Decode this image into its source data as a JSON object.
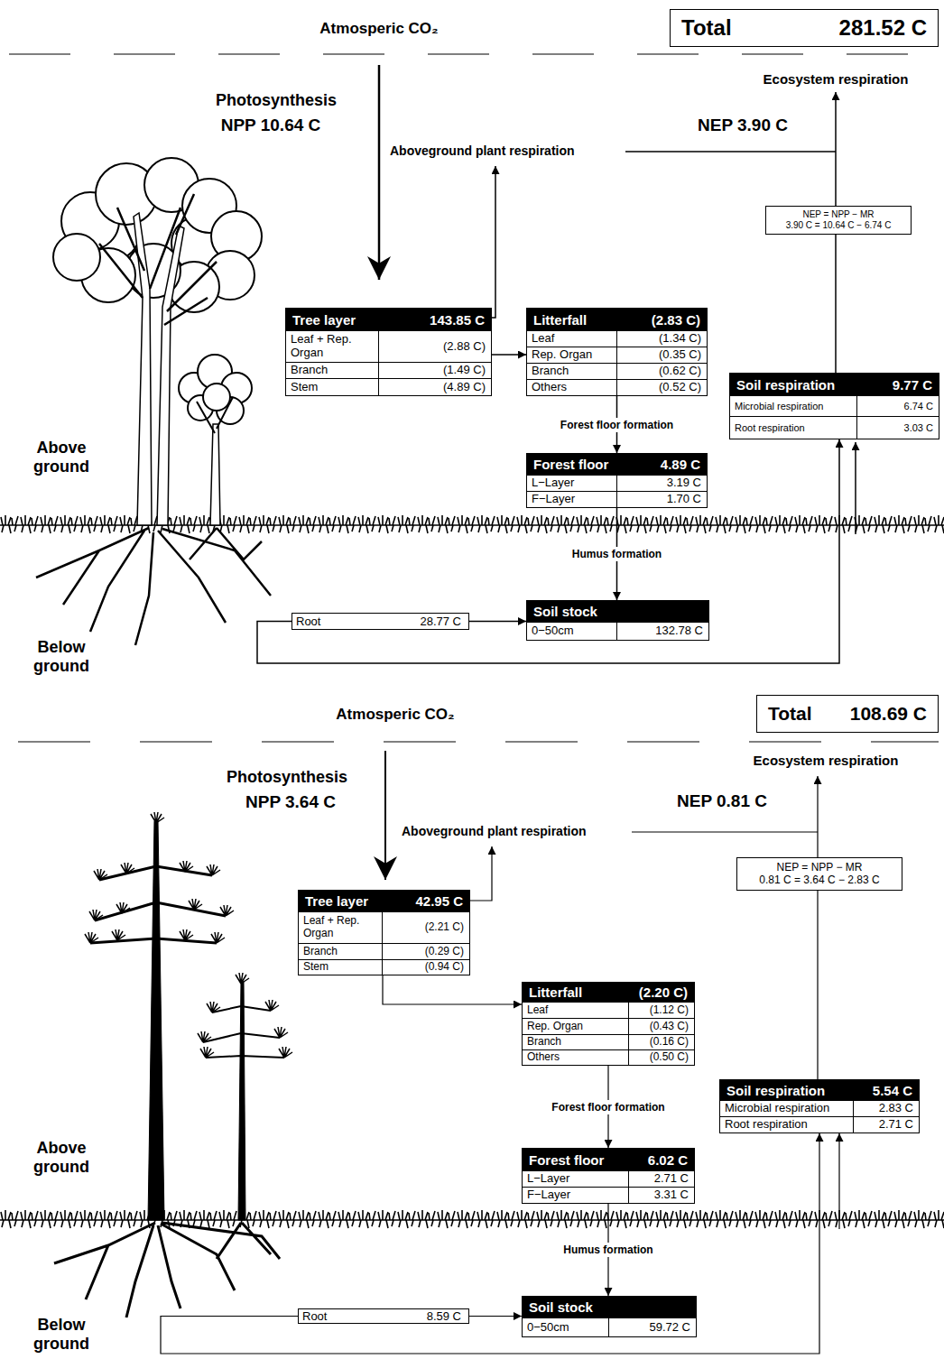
{
  "diagram": {
    "nodes": [
      {
        "text": [
          "Total",
          "281.52 C"
        ]
      },
      {
        "text": [
          "NEP = NPP − MR",
          "3.90 C = 10.64 C − 6.74 C"
        ]
      },
      {
        "text": [
          "Tree layer",
          "143.85 C"
        ]
      },
      {
        "text": [
          "Leaf + Rep. Organ",
          "(2.88 C)"
        ],
        "in": 2
      },
      {
        "text": [
          "Branch",
          "(1.49 C)"
        ],
        "in": 2
      },
      {
        "text": [
          "Stem",
          "(4.89 C)"
        ],
        "in": 2
      },
      {
        "text": [
          "Litterfall",
          "(2.83 C)"
        ]
      },
      {
        "text": [
          "Leaf",
          "(1.34 C)"
        ],
        "in": 6
      },
      {
        "text": [
          "Rep. Organ",
          "(0.35 C)"
        ],
        "in": 6
      },
      {
        "text": [
          "Branch",
          "(0.62 C)"
        ],
        "in": 6
      },
      {
        "text": [
          "Others",
          "(0.52 C)"
        ],
        "in": 6
      },
      {
        "text": [
          "Soil respiration",
          "9.77 C"
        ]
      },
      {
        "text": [
          "Microbial respiration",
          "6.74 C"
        ],
        "in": 11
      },
      {
        "text": [
          "Root respiration",
          "3.03 C"
        ],
        "in": 11
      },
      {
        "text": [
          "Forest floor",
          "4.89 C"
        ]
      },
      {
        "text": [
          "L−Layer",
          "3.19 C"
        ],
        "in": 14
      },
      {
        "text": [
          "F−Layer",
          "1.70 C"
        ],
        "in": 14
      },
      {
        "text": [
          "Root",
          "28.77 C"
        ]
      },
      {
        "text": [
          "Soil stock"
        ]
      },
      {
        "text": [
          "0−50cm",
          "132.78 C"
        ],
        "in": 18
      },
      {
        "text": [
          "Total",
          "108.69 C"
        ]
      },
      {
        "text": [
          "NEP = NPP − MR",
          "0.81 C = 3.64 C − 2.83 C"
        ]
      },
      {
        "text": [
          "Tree layer",
          "42.95 C"
        ]
      },
      {
        "text": [
          "Leaf + Rep. Organ",
          "(2.21 C)"
        ],
        "in": 22
      },
      {
        "text": [
          "Branch",
          "(0.29 C)"
        ],
        "in": 22
      },
      {
        "text": [
          "Stem",
          "(0.94 C)"
        ],
        "in": 22
      },
      {
        "text": [
          "Litterfall",
          "(2.20 C)"
        ]
      },
      {
        "text": [
          "Leaf",
          "(1.12 C)"
        ],
        "in": 26
      },
      {
        "text": [
          "Rep. Organ",
          "(0.43 C)"
        ],
        "in": 26
      },
      {
        "text": [
          "Branch",
          "(0.16 C)"
        ],
        "in": 26
      },
      {
        "text": [
          "Others",
          "(0.50 C)"
        ],
        "in": 26
      },
      {
        "text": [
          "Soil respiration",
          "5.54 C"
        ]
      },
      {
        "text": [
          "Microbial respiration",
          "2.83 C"
        ],
        "in": 31
      },
      {
        "text": [
          "Root respiration",
          "2.71 C"
        ],
        "in": 31
      },
      {
        "text": [
          "Forest floor",
          "6.02 C"
        ]
      },
      {
        "text": [
          "L−Layer",
          "2.71 C"
        ],
        "in": 34
      },
      {
        "text": [
          "F−Layer",
          "3.31 C"
        ],
        "in": 34
      },
      {
        "text": [
          "Root",
          "8.59 C"
        ]
      },
      {
        "text": [
          "Soil stock"
        ]
      },
      {
        "text": [
          "0−50cm",
          "59.72 C"
        ],
        "in": 38
      }
    ],
    "edges": [
      {
        "from": 2,
        "to": 6,
        "arrow": "to"
      },
      {
        "from": 6,
        "to": 14,
        "arrow": "to",
        "label": "Forest floor formation"
      },
      {
        "from": 14,
        "to": 18,
        "arrow": "to",
        "label": "Humus formation"
      },
      {
        "from": 17,
        "to": 18,
        "arrow": "to"
      },
      {
        "from": 17,
        "to": 11,
        "arrow": "to"
      },
      {
        "from": 11,
        "to": 1,
        "arrow": "none"
      },
      {
        "from": 22,
        "to": 26,
        "arrow": "to"
      },
      {
        "from": 26,
        "to": 34,
        "arrow": "to",
        "label": "Forest floor formation"
      },
      {
        "from": 34,
        "to": 38,
        "arrow": "to",
        "label": "Humus formation"
      },
      {
        "from": 37,
        "to": 38,
        "arrow": "to"
      },
      {
        "from": 37,
        "to": 31,
        "arrow": "to"
      },
      {
        "from": 31,
        "to": 21,
        "arrow": "none"
      }
    ],
    "labels": [
      "Atmosperic CO₂",
      "Ecosystem respiration",
      "Photosynthesis",
      "NPP 10.64 C",
      "NEP 3.90 C",
      "Aboveground plant respiration",
      "Above ground",
      "Below ground",
      "Atmosperic CO₂",
      "Ecosystem respiration",
      "Photosynthesis",
      "NPP 3.64 C",
      "NEP 0.81 C",
      "Aboveground plant respiration",
      "Above ground",
      "Below ground"
    ]
  }
}
